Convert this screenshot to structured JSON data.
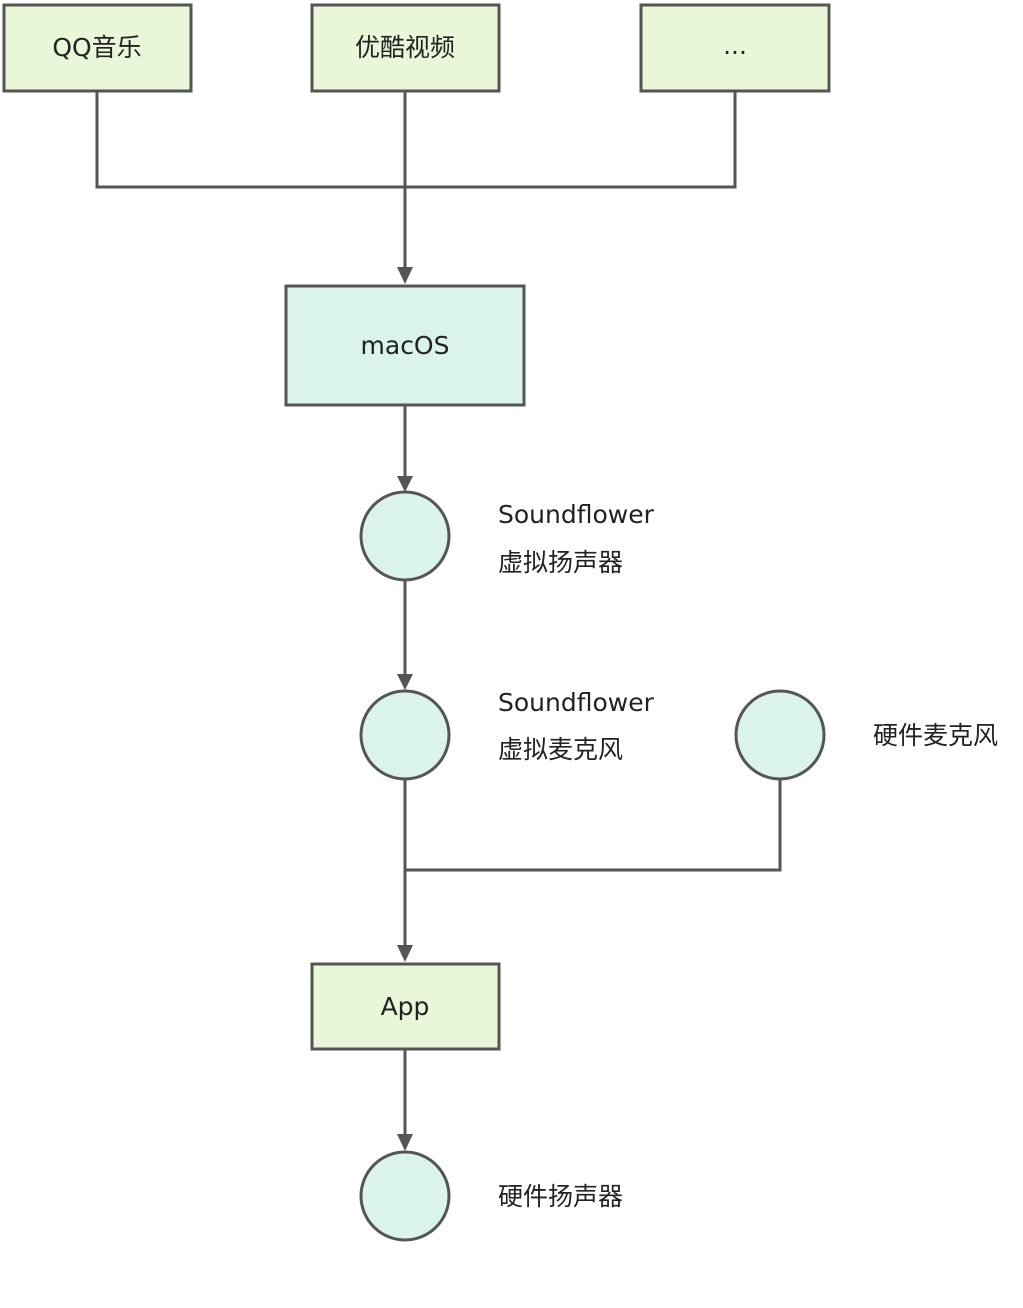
{
  "colors": {
    "green_fill": "#e9f6d7",
    "teal_fill": "#daf3ec",
    "stroke": "#555555",
    "text": "#222222"
  },
  "nodes": {
    "qq_music": {
      "label": "QQ音乐"
    },
    "youku": {
      "label": "优酷视频"
    },
    "more_sources": {
      "label": "..."
    },
    "macos": {
      "label": "macOS"
    },
    "soundflower_speaker": {
      "line1": "Soundflower",
      "line2": "虚拟扬声器"
    },
    "soundflower_mic": {
      "line1": "Soundflower",
      "line2": "虚拟麦克风"
    },
    "hardware_mic": {
      "label": "硬件麦克风"
    },
    "app": {
      "label": "App"
    },
    "hardware_speaker": {
      "label": "硬件扬声器"
    }
  }
}
